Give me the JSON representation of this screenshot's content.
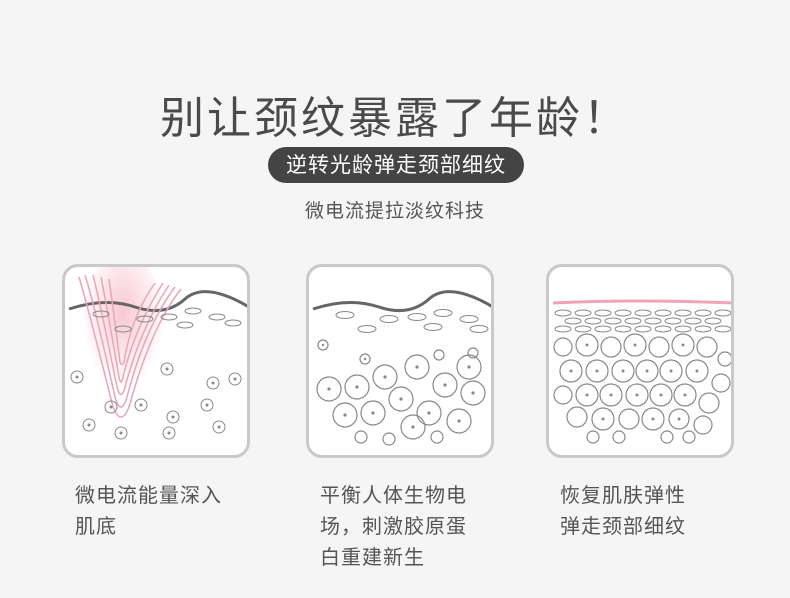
{
  "headline": "别让颈纹暴露了年龄！",
  "badge": "逆转光龄弹走颈部细纹",
  "subtitle": "微电流提拉淡纹科技",
  "steps": [
    {
      "line1": "微电流能量深入",
      "line2": "肌底",
      "line3": ""
    },
    {
      "line1": "平衡人体生物电",
      "line2": "场，刺激胶原蛋",
      "line3": "白重建新生"
    },
    {
      "line1": "恢复肌肤弹性",
      "line2": "弹走颈部细纹",
      "line3": ""
    }
  ]
}
